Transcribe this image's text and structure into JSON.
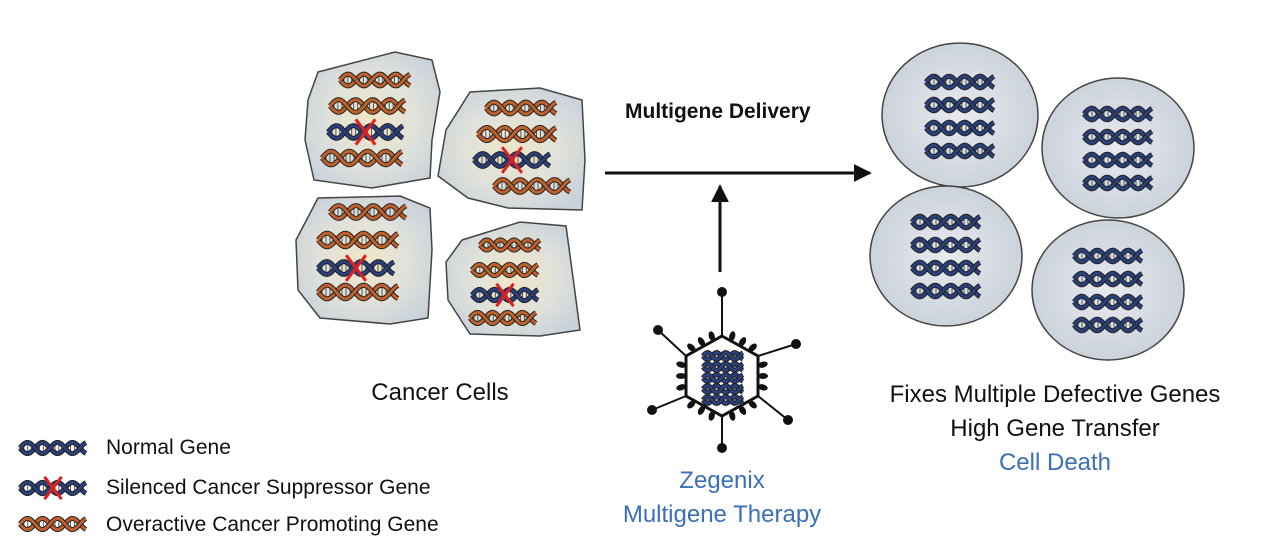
{
  "process": {
    "arrow_label": "Multigene Delivery"
  },
  "cancer_cells": {
    "label": "Cancer Cells"
  },
  "treated_cells": {
    "line1": "Fixes Multiple Defective Genes",
    "line2": "High Gene Transfer",
    "line3": "Cell Death"
  },
  "therapy": {
    "line1": "Zegenix",
    "line2": "Multigene Therapy"
  },
  "legend": {
    "normal": "Normal Gene",
    "silenced": "Silenced Cancer Suppressor Gene",
    "overactive": "Overactive Cancer Promoting Gene"
  },
  "colors": {
    "normal_gene": "#2b3f7a",
    "overactive_gene": "#c0612b",
    "silenced_mark": "#e02020",
    "cell_fill": "#d6dbe2",
    "cell_stroke": "#444444",
    "caption_blue": "#3b6fb6"
  }
}
